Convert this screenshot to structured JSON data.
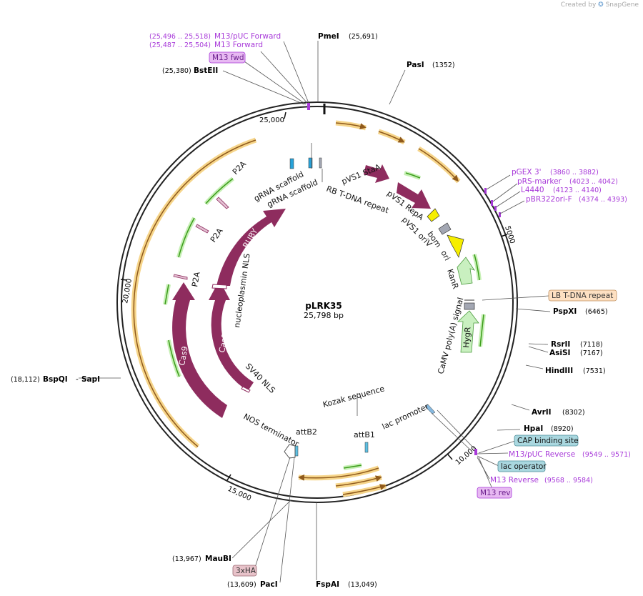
{
  "watermark": {
    "prefix": "Created by",
    "brand": "SnapGene"
  },
  "plasmid": {
    "name": "pLRK35",
    "size": "25,798 bp"
  },
  "colors": {
    "backbone": "#222222",
    "feature_cds": "#8e2c5e",
    "feature_marker": "#c9f0c0",
    "feature_marker_edge": "#4c9c3e",
    "origin": "#f6ee00",
    "misc_feature": "#a3a7b3",
    "orf_arrow": "#3b9c1a",
    "orf_glow": "#c5efb3",
    "long_orf": "#8f5a1c",
    "long_orf_glow": "#f6d58a",
    "primer": "#a83ad9",
    "enzyme_label": "#000000",
    "primer_box_fill": "#e7b9f2",
    "cap_box_fill": "#a9d7df",
    "lb_box_fill": "#fde0c2",
    "tag_box_fill": "#e7c2c9"
  },
  "ticks": [
    {
      "label": "25,000"
    },
    {
      "label": "5000"
    },
    {
      "label": "10,000"
    },
    {
      "label": "15,000"
    },
    {
      "label": "20,000"
    }
  ],
  "enzymes": [
    {
      "name": "PmeI",
      "pos": "(25,691)"
    },
    {
      "name": "PasI",
      "pos": "(1352)"
    },
    {
      "name": "BstEII",
      "pos": "(25,380)"
    },
    {
      "name": "PspXI",
      "pos": "(6465)"
    },
    {
      "name": "RsrII",
      "pos": "(7118)"
    },
    {
      "name": "AsiSI",
      "pos": "(7167)"
    },
    {
      "name": "HindIII",
      "pos": "(7531)"
    },
    {
      "name": "AvrII",
      "pos": "(8302)"
    },
    {
      "name": "HpaI",
      "pos": "(8920)"
    },
    {
      "name": "BspQI",
      "pos": "(18,112)"
    },
    {
      "name": "SapI",
      "pos": ""
    },
    {
      "name": "MauBI",
      "pos": "(13,967)"
    },
    {
      "name": "PacI",
      "pos": "(13,609)"
    },
    {
      "name": "FspAI",
      "pos": "(13,049)"
    }
  ],
  "primers": [
    {
      "name": "M13/pUC Forward",
      "pos": "(25,496 .. 25,518)"
    },
    {
      "name": "M13 Forward",
      "pos": "(25,487 .. 25,504)"
    },
    {
      "name": "pGEX 3'",
      "pos": "(3860 .. 3882)"
    },
    {
      "name": "pRS-marker",
      "pos": "(4023 .. 4042)"
    },
    {
      "name": "L4440",
      "pos": "(4123 .. 4140)"
    },
    {
      "name": "pBR322ori-F",
      "pos": "(4374 .. 4393)"
    },
    {
      "name": "M13/pUC Reverse",
      "pos": "(9549 .. 9571)"
    },
    {
      "name": "M13 Reverse",
      "pos": "(9568 .. 9584)"
    }
  ],
  "boxes": {
    "m13_fwd": "M13 fwd",
    "lb_repeat": "LB T-DNA repeat",
    "cap_site": "CAP binding site",
    "lac_operator": "lac operator",
    "m13_rev": "M13 rev",
    "tag_3xha": "3xHA"
  },
  "features": {
    "rb_repeat": "RB T-DNA repeat",
    "vs1_staa": "pVS1 StaA",
    "vs1_repa": "pVS1 RepA",
    "vs1_oriv": "pVS1 oriV",
    "bom": "bom",
    "ori": "ori",
    "kanr": "KanR",
    "camv": "CaMV poly(A) signal",
    "hygr": "HygR",
    "lac_promoter": "lac promoter",
    "attb1": "attB1",
    "kozak": "Kozak sequence",
    "attb2": "attB2",
    "nos": "NOS terminator",
    "sv40": "SV40 NLS",
    "cas9_inner": "Cas9",
    "cas9_outer": "Cas9",
    "nucleoplasmin": "nucleoplasmin NLS",
    "ruby": "RUBY",
    "p2a_1": "P2A",
    "p2a_2": "P2A",
    "p2a_3": "P2A",
    "grna_1": "gRNA scaffold",
    "grna_2": "gRNA scaffold"
  }
}
